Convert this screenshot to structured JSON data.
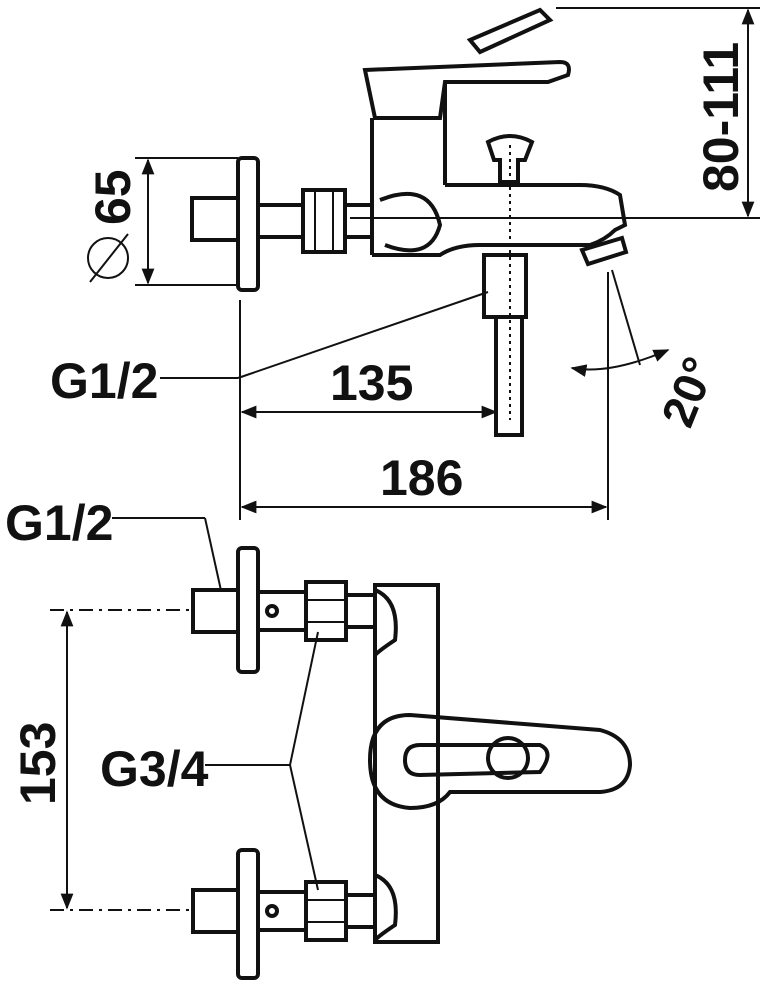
{
  "drawing": {
    "top_view": {
      "diameter_label": "65",
      "diameter_symbol": "⌀",
      "height_label": "80-111",
      "inlet_thread_label": "G1/2",
      "spout_offset_label": "135",
      "overall_length_label": "186",
      "angle_label": "20°"
    },
    "front_view": {
      "inlet_thread_label": "G1/2",
      "outlet_thread_label": "G3/4",
      "centers_label": "153"
    }
  }
}
